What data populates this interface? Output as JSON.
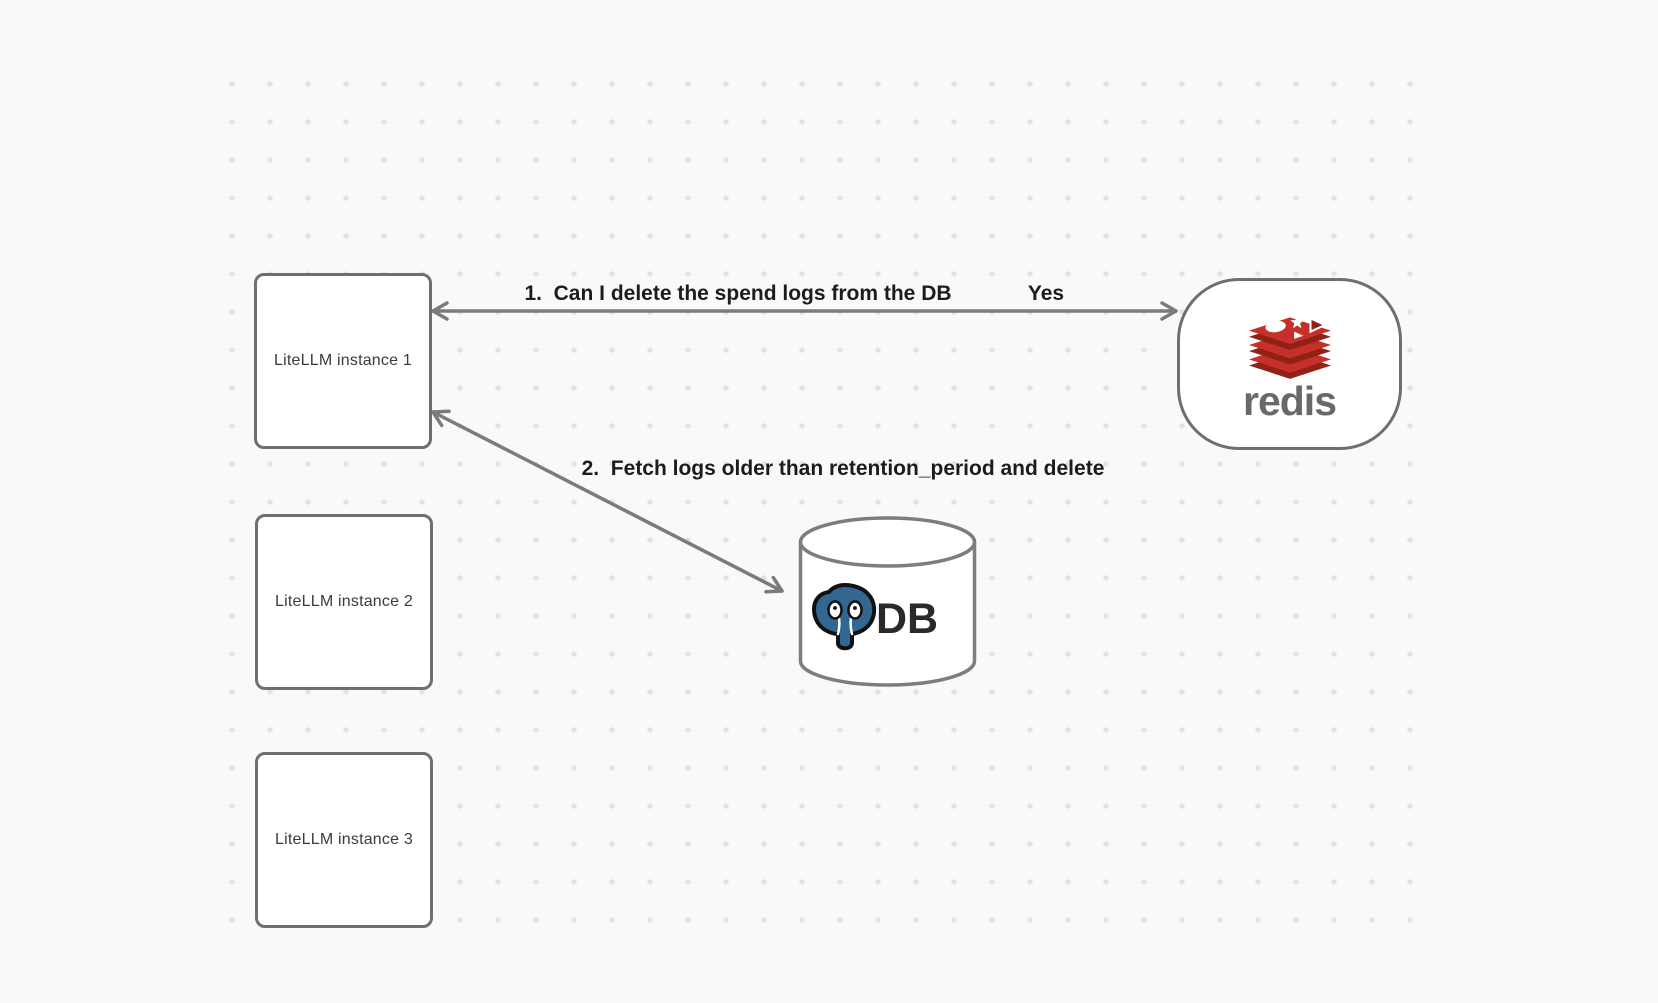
{
  "diagram": {
    "instances": [
      {
        "label": "LiteLLM instance 1"
      },
      {
        "label": "LiteLLM instance 2"
      },
      {
        "label": "LiteLLM instance 3"
      }
    ],
    "redis_node": {
      "wordmark": "redis",
      "logo_icon": "redis-logo"
    },
    "db_node": {
      "label": "DB",
      "logo_icon": "postgresql-elephant-logo",
      "shape": "cylinder"
    },
    "arrows": [
      {
        "label": "1.  Can I delete the spend logs from the DB",
        "reply": "Yes",
        "from": "redis",
        "to": "LiteLLM instance 1",
        "style": "double-headed"
      },
      {
        "label": "2.  Fetch logs older than retention_period and delete",
        "from": "LiteLLM instance 1",
        "to": "DB",
        "style": "double-headed"
      }
    ],
    "colors": {
      "canvas_bg": "#f9f9f9",
      "grid_dot": "#e3e3e3",
      "node_border": "#6f6f6f",
      "arrow": "#7b7b7b",
      "redis_red": "#c6302b",
      "redis_dark_red": "#912117",
      "postgres_blue": "#336791",
      "label_text": "#1c1c1c"
    }
  }
}
